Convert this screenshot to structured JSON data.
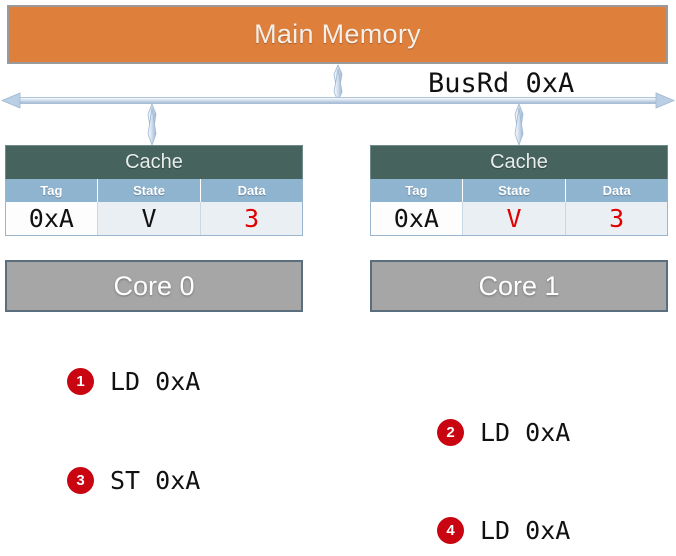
{
  "diagram": {
    "main_memory": {
      "label": "Main Memory",
      "color": "#DE7F3C"
    },
    "bus": {
      "label": "BusRd 0xA",
      "line_color": "#AFC6DE"
    },
    "caches": [
      {
        "title": "Cache",
        "columns": [
          "Tag",
          "State",
          "Data"
        ],
        "values": [
          "0xA",
          "V",
          "3"
        ],
        "value_colors": [
          "#111111",
          "#111111",
          "#E00000"
        ],
        "core": "Core 0"
      },
      {
        "title": "Cache",
        "columns": [
          "Tag",
          "State",
          "Data"
        ],
        "values": [
          "0xA",
          "V",
          "3"
        ],
        "value_colors": [
          "#111111",
          "#E00000",
          "#E00000"
        ],
        "core": "Core 1"
      }
    ],
    "steps": [
      {
        "number": "1",
        "text": "LD 0xA"
      },
      {
        "number": "2",
        "text": "LD 0xA"
      },
      {
        "number": "3",
        "text": "ST 0xA"
      },
      {
        "number": "4",
        "text": "LD 0xA"
      }
    ],
    "badge_color": "#C80511"
  }
}
